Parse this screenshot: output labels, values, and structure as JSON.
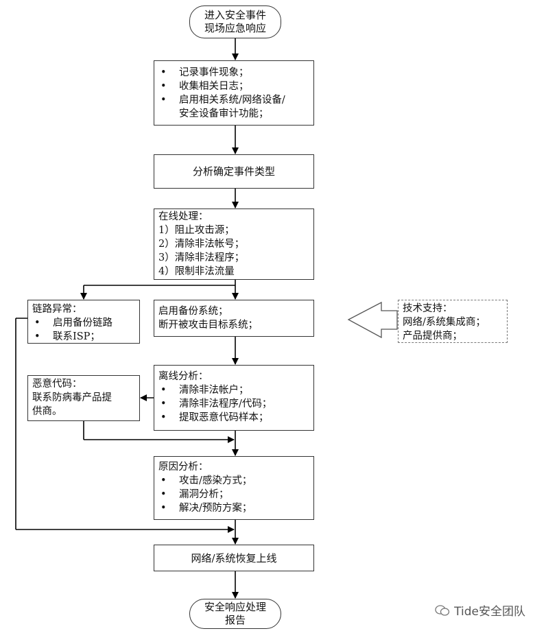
{
  "start": {
    "line1": "进入安全事件",
    "line2": "现场应急响应"
  },
  "step_record": {
    "items": [
      "记录事件现象；",
      "收集相关日志；",
      "启用相关系统/网络设备/",
      "安全设备审计功能；"
    ]
  },
  "step_classify": {
    "label": "分析确定事件类型"
  },
  "step_online": {
    "heading": "在线处理：",
    "items": [
      "1）阻止攻击源；",
      "2）清除非法帐号；",
      "3）清除非法程序；",
      "4）限制非法流量"
    ]
  },
  "step_link": {
    "heading": "链路异常：",
    "items": [
      "启用备份链路",
      "联系ISP；"
    ]
  },
  "step_backup": {
    "lines": [
      "启用备份系统；",
      "断开被攻击目标系统；"
    ]
  },
  "support": {
    "lines": [
      "技术支持：",
      "网络/系统集成商；",
      "产品提供商；"
    ]
  },
  "step_malware": {
    "lines": [
      "恶意代码：",
      "联系防病毒产品提",
      "供商。"
    ]
  },
  "step_offline": {
    "heading": "离线分析：",
    "items": [
      "清除非法帐户；",
      "清除非法程序/代码；",
      "提取恶意代码样本；"
    ]
  },
  "step_cause": {
    "heading": "原因分析：",
    "items": [
      "攻击/感染方式；",
      "漏洞分析；",
      "解决/预防方案；"
    ]
  },
  "step_restore": {
    "label": "网络/系统恢复上线"
  },
  "end": {
    "line1": "安全响应处理",
    "line2": "报告"
  },
  "watermark": {
    "text": "Tide安全团队"
  }
}
